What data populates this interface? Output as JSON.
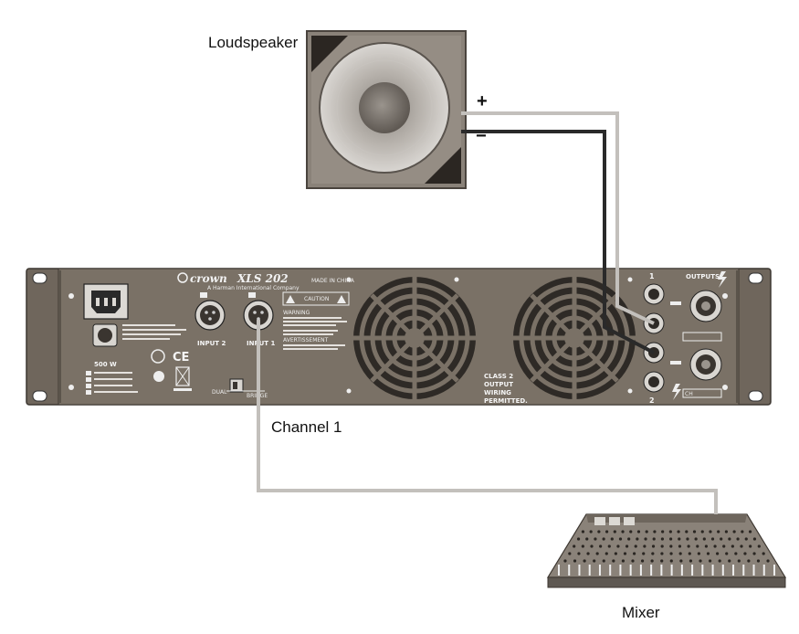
{
  "labels": {
    "loudspeaker": "Loudspeaker",
    "plus": "+",
    "minus": "−",
    "channel": "Channel 1",
    "mixer": "Mixer"
  },
  "amp": {
    "brand": "crown",
    "model": "XLS 202",
    "harman": "A Harman International Company",
    "made_in": "MADE IN CHINA",
    "input2": "INPUT 2",
    "input1": "INPUT 1",
    "power": "500 W",
    "caution": "CAUTION",
    "warning": "WARNING",
    "avertissement": "AVERTISSEMENT",
    "class2": "CLASS 2",
    "output": "OUTPUT",
    "wiring": "WIRING",
    "permitted": "PERMITTED.",
    "outputs": "OUTPUTS",
    "ch1": "1",
    "ch2": "2",
    "dual": "DUAL",
    "bridge": "BRIDGE",
    "ce": "CE",
    "ch": "CH"
  },
  "colors": {
    "amp_body": "#7a7166",
    "speaker_box": "#8a8279",
    "cable_light": "#c3c0bc",
    "cable_dark": "#2a2a2a"
  }
}
